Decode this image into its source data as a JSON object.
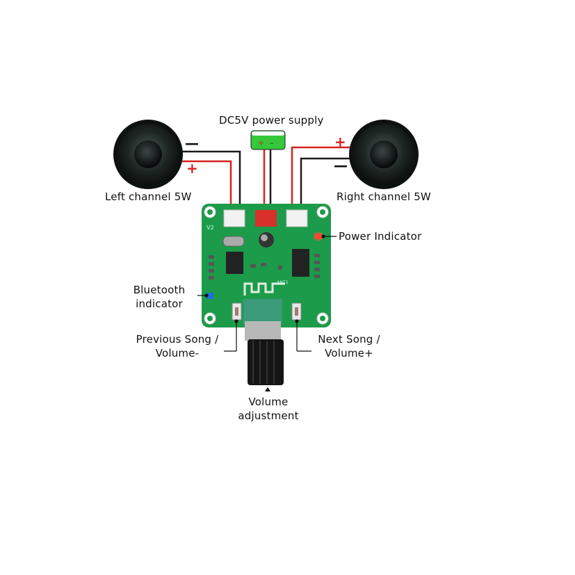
{
  "labels": {
    "power_supply": "DC5V power supply",
    "left_channel": "Left channel 5W",
    "right_channel": "Right channel 5W",
    "power_indicator": "Power Indicator",
    "bluetooth_line1": "Bluetooth",
    "bluetooth_line2": "indicator",
    "prev_line1": "Previous Song /",
    "prev_line2": "Volume-",
    "next_line1": "Next Song /",
    "next_line2": "Volume+",
    "volume_line1": "Volume",
    "volume_line2": "adjustment"
  },
  "polarity": {
    "plus": "+",
    "minus": "—"
  },
  "board": {
    "silkscreen_version": "V2",
    "antenna_label": "ANT1"
  },
  "colors": {
    "pcb": "#1c9b4a",
    "wire_red": "#d4231f",
    "wire_black": "#1a1a1a",
    "battery": "#35c83a",
    "led_red": "#ff3a2a",
    "led_blue": "#1e6fe0"
  }
}
